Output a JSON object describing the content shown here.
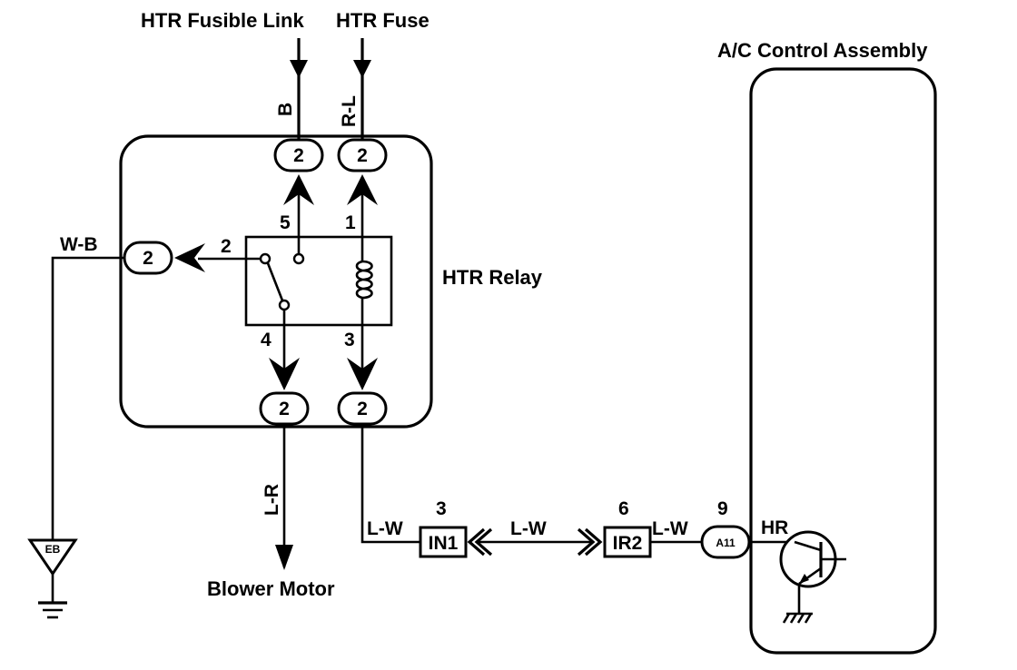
{
  "labels": {
    "htr_fusible_link": "HTR Fusible Link",
    "htr_fuse": "HTR Fuse",
    "ac_control_assembly": "A/C Control Assembly",
    "htr_relay": "HTR Relay",
    "blower_motor": "Blower Motor"
  },
  "wires": {
    "b": "B",
    "r_l": "R-L",
    "w_b": "W-B",
    "l_r": "L-R",
    "l_w_1": "L-W",
    "l_w_2": "L-W",
    "l_w_3": "L-W",
    "hr": "HR"
  },
  "connectors": {
    "top_left": "2",
    "top_right": "2",
    "left": "2",
    "bottom_left": "2",
    "bottom_right": "2",
    "in1": "IN1",
    "ir2": "IR2",
    "a11": "A11"
  },
  "pins": {
    "p5": "5",
    "p1": "1",
    "p2": "2",
    "p4": "4",
    "p3": "3",
    "in1_pin": "3",
    "ir2_pin": "6",
    "a11_pin": "9"
  },
  "ground": {
    "eb": "EB"
  }
}
